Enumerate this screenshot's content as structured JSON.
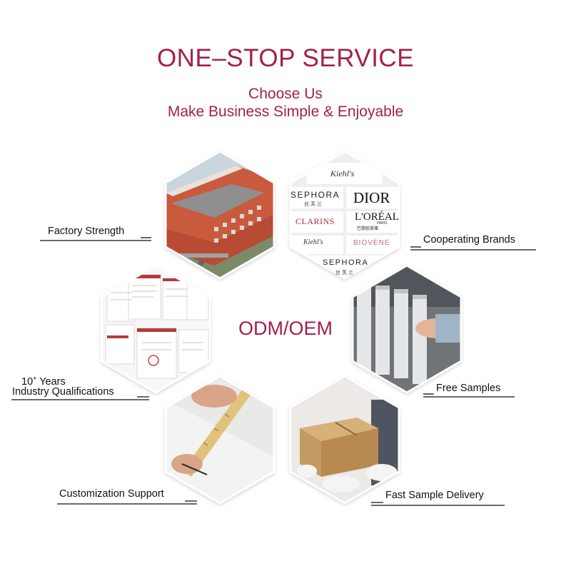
{
  "header": {
    "title": "ONE–STOP SERVICE",
    "subtitle_line1": "Choose Us",
    "subtitle_line2": "Make Business Simple & Enjoyable"
  },
  "center": {
    "label": "ODM/OEM"
  },
  "features": {
    "factory": "Factory Strength",
    "brands": "Cooperating Brands",
    "years_number": "10",
    "years_plus": "+",
    "years_word": "Years",
    "qualifications": "Industry Qualifications",
    "samples": "Free Samples",
    "customization": "Customization Support",
    "delivery": "Fast Sample Delivery"
  },
  "brands": {
    "kiehls": "Kiehl's",
    "sephora": "SEPHORA",
    "sephora_cn": "丝 芙 兰",
    "dior": "DIOR",
    "clarins": "CLARINS",
    "loreal": "L'ORÉAL",
    "loreal_sub": "PARIS",
    "loreal_cn": "巴黎欧莱雅",
    "biovene": "BIOVÈNE"
  },
  "colors": {
    "accent": "#a31f4c",
    "text": "#111111",
    "hex_border": "#ffffff"
  }
}
